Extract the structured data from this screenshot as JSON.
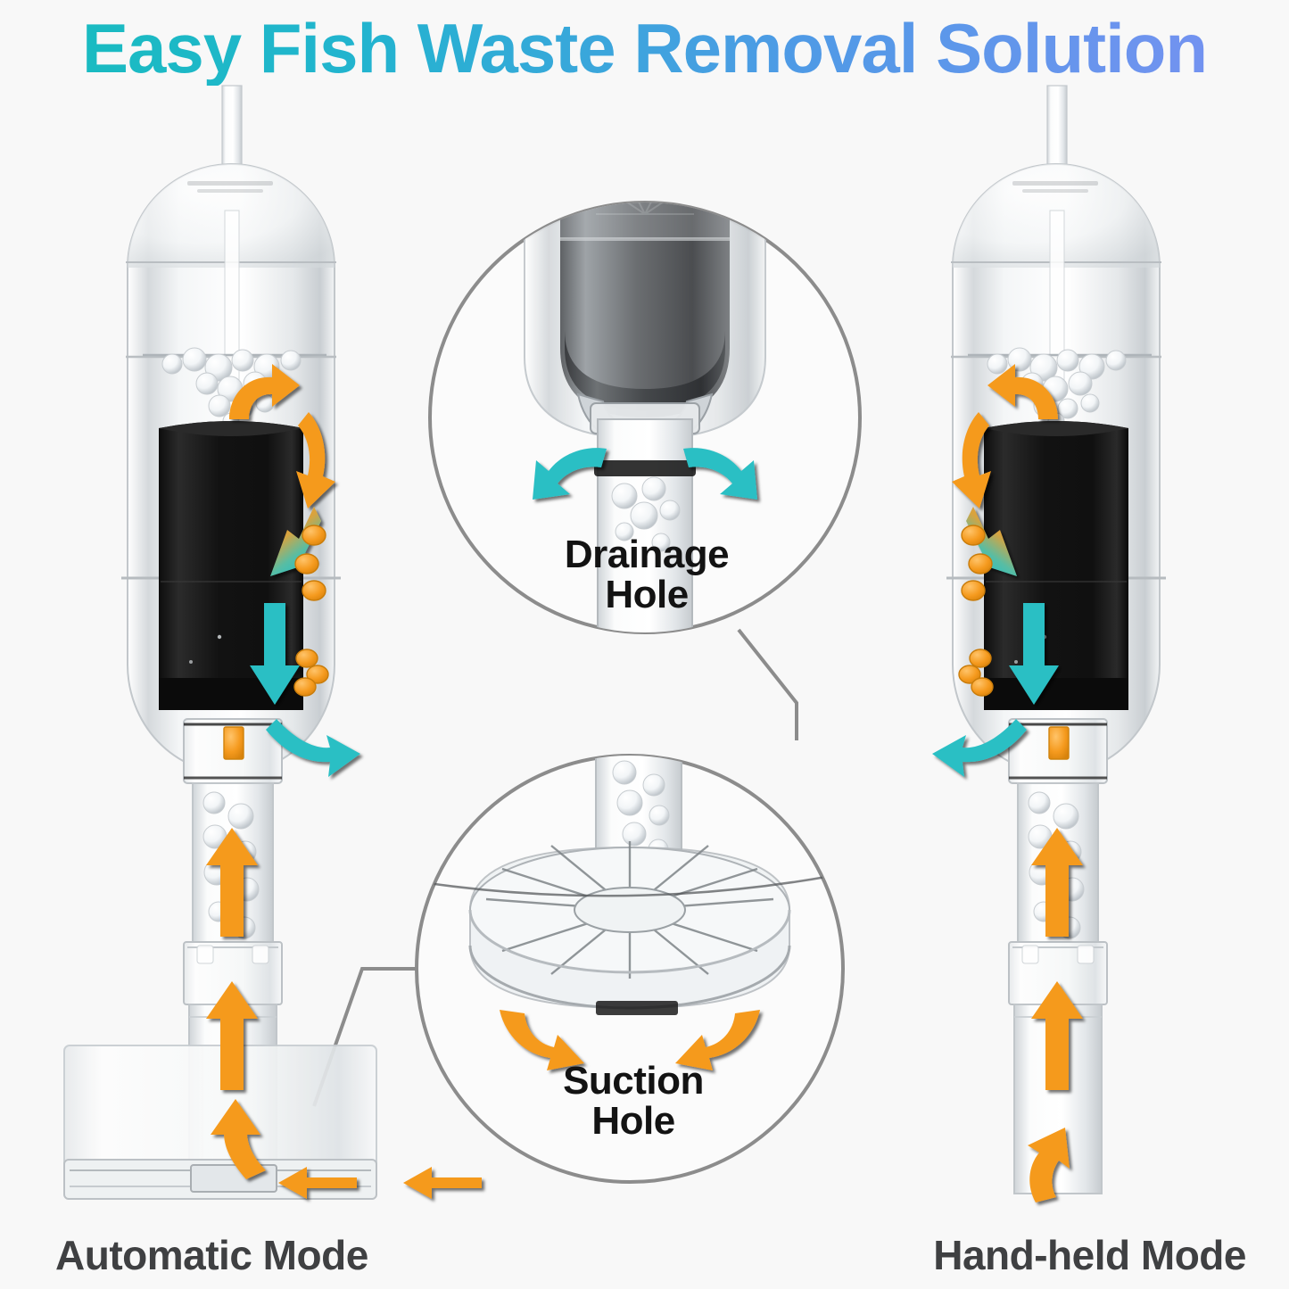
{
  "page": {
    "background_color": "#f8f8f8",
    "title": "Easy Fish Waste Removal Solution",
    "title_gradient_start": "#17bdbd",
    "title_gradient_end": "#7a91f2"
  },
  "labels": {
    "automatic_mode": "Automatic Mode",
    "hand_held_mode": "Hand-held Mode",
    "label_color": "#3f4042"
  },
  "callouts": [
    {
      "id": "drainage-hole",
      "line1": "Drainage",
      "line2": "Hole",
      "arrow_color": "#2cbfc4",
      "arrow_direction": "outward",
      "text_color": "#131313"
    },
    {
      "id": "suction-hole",
      "line1": "Suction",
      "line2": "Hole",
      "arrow_color": "#f59a1e",
      "arrow_direction": "inward",
      "text_color": "#131313"
    }
  ],
  "colors": {
    "orange": "#f59a1e",
    "orange_dark": "#e4860c",
    "teal": "#2cbfc4",
    "teal_dark": "#1aa7ad",
    "callout_ring": "#8c8c8c",
    "connector_line": "#8c8c8c",
    "cartridge_black": "#141414",
    "acrylic_clear": "#e9ecee"
  },
  "products": [
    {
      "id": "automatic-mode-unit",
      "name": "Automatic Mode",
      "parts": [
        "inlet-tube",
        "clear-dome-top",
        "water-line-bubbles",
        "black-filter-cartridge",
        "collar-joint",
        "orange-tab",
        "extension-tube",
        "suction-base-tray"
      ],
      "flow_arrows": [
        "orange-curve-up-into-water",
        "orange-down-right",
        "orange-to-teal-gradient-down",
        "teal-down",
        "teal-curve-out-right",
        "orange-up-in-tube",
        "orange-up-in-tube",
        "orange-curve-up-from-base",
        "orange-left-into-base",
        "orange-left-outer"
      ],
      "waste_particles": 6
    },
    {
      "id": "hand-held-mode-unit",
      "name": "Hand-held Mode",
      "parts": [
        "inlet-tube",
        "clear-dome-top",
        "water-line-bubbles",
        "black-filter-cartridge",
        "collar-joint",
        "orange-tab",
        "extension-tube",
        "lower-wand-tube"
      ],
      "flow_arrows": [
        "orange-curve-up-into-water",
        "orange-down-left",
        "orange-to-teal-gradient-down",
        "teal-down",
        "teal-curve-out-left",
        "orange-up-in-tube",
        "orange-up-in-tube",
        "orange-curve-up-bottom"
      ],
      "waste_particles": 6
    }
  ]
}
